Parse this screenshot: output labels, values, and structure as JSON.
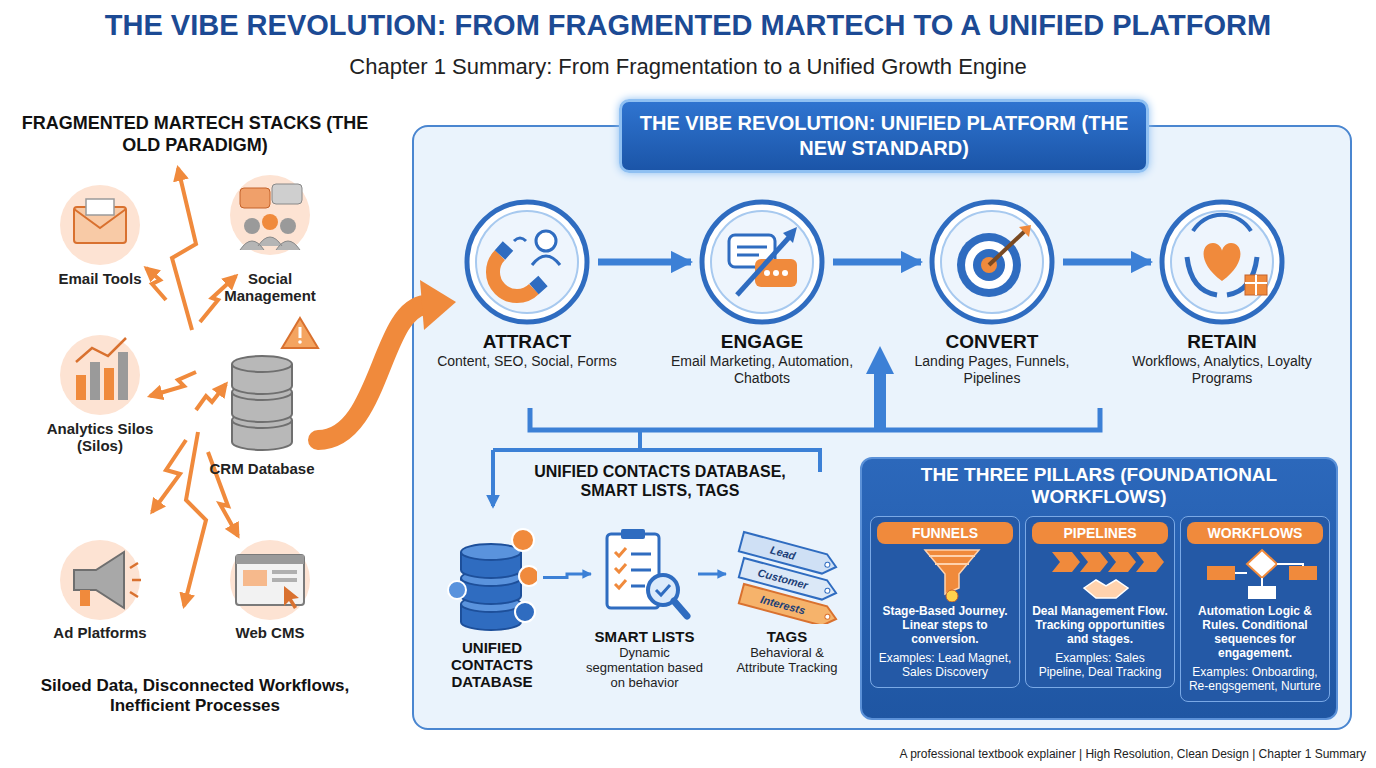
{
  "diagram": {
    "title": "THE VIBE REVOLUTION: FROM FRAGMENTED MARTECH TO A UNIFIED PLATFORM",
    "caption": "A professional textbook explainer | High Resolution, Clean Design | Chapter 1 Summary",
    "nodes": [
      {
        "text": [
          "THE VIBE REVOLUTION: UNIFIED PLATFORM (THE NEW STANDARD)"
        ]
      },
      {
        "text": [
          "ATTRACT",
          "Content, SEO, Social, Forms"
        ],
        "in": 0
      },
      {
        "text": [
          "ENGAGE",
          "Email Marketing, Automation, Chatbots"
        ],
        "in": 0
      },
      {
        "text": [
          "CONVERT",
          "Landing Pages, Funnels, Pipelines"
        ],
        "in": 0
      },
      {
        "text": [
          "RETAIN",
          "Workflows, Analytics, Loyalty Programs"
        ],
        "in": 0
      },
      {
        "text": [
          "UNIFIED CONTACTS DATABASE"
        ],
        "in": 0
      },
      {
        "text": [
          "SMART LISTS",
          "Dynamic segmentation based on behavior"
        ],
        "in": 0
      },
      {
        "text": [
          "TAGS",
          "Behavioral & Attribute Tracking"
        ],
        "in": 0
      },
      {
        "text": [
          "THE THREE PILLARS (FOUNDATIONAL WORKFLOWS)"
        ],
        "in": 0
      },
      {
        "text": [
          "FUNNELS",
          "Stage-Based Journey. Linear steps to conversion.",
          "Examples: Lead Magnet, Sales Discovery"
        ],
        "in": 8
      },
      {
        "text": [
          "PIPELINES",
          "Deal Management Flow. Tracking opportunities and stages.",
          "Examples: Sales Pipeline, Deal Tracking"
        ],
        "in": 8
      },
      {
        "text": [
          "WORKFLOWS",
          "Automation Logic & Rules. Conditional sequences for engagement.",
          "Examples: Onboarding, Re-engsgement, Nurture"
        ],
        "in": 8
      }
    ],
    "edges": [
      {
        "from": 1,
        "to": 2,
        "arrow": "to"
      },
      {
        "from": 2,
        "to": 3,
        "arrow": "to"
      },
      {
        "from": 3,
        "to": 4,
        "arrow": "to"
      },
      {
        "from": 5,
        "to": 6,
        "arrow": "to"
      },
      {
        "from": 6,
        "to": 7,
        "arrow": "to"
      }
    ],
    "labels": [
      "Chapter 1 Summary: From Fragmentation to a Unified Growth Engine",
      "FRAGMENTED MARTECH STACKS (THE OLD PARADIGM)",
      "Email Tools",
      "Social Management",
      "Analytics Silos (Silos)",
      "CRM Database",
      "Ad Platforms",
      "Web CMS",
      "Siloed Data, Disconnected Workflows, Inefficient Processes",
      "UNIFIED CONTACTS DATABASE, SMART LISTS, TAGS",
      "Lead",
      "Customer",
      "Interests"
    ]
  }
}
